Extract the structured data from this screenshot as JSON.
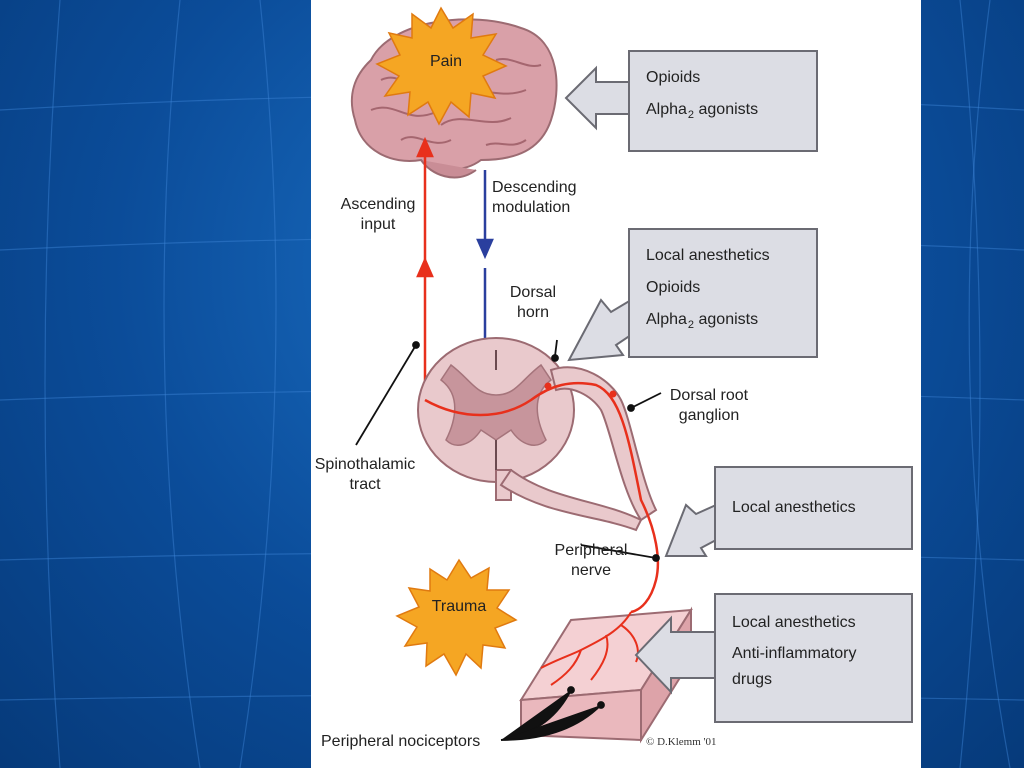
{
  "diagram": {
    "pain_label": "Pain",
    "trauma_label": "Trauma",
    "ascending_input": [
      "Ascending",
      "input"
    ],
    "descending_modulation": [
      "Descending",
      "modulation"
    ],
    "dorsal_horn": [
      "Dorsal",
      "horn"
    ],
    "dorsal_root_ganglion": [
      "Dorsal root",
      "ganglion"
    ],
    "spinothalamic_tract": [
      "Spinothalamic",
      "tract"
    ],
    "peripheral_nerve": [
      "Peripheral",
      "nerve"
    ],
    "peripheral_nociceptors": "Peripheral nociceptors",
    "credit": "© D.Klemm '01"
  },
  "boxes": {
    "brain": {
      "line1": "Opioids",
      "line2_main": "Alpha",
      "line2_sub": "2",
      "line2_rest": " agonists"
    },
    "spinal": {
      "line1": "Local anesthetics",
      "line2": "Opioids",
      "line3_main": "Alpha",
      "line3_sub": "2",
      "line3_rest": " agonists"
    },
    "nerve": {
      "line1": "Local anesthetics"
    },
    "tissue": {
      "line1": "Local anesthetics",
      "line2": "Anti-inflammatory",
      "line3": "drugs"
    }
  },
  "colors": {
    "ascending": "#e8301c",
    "descending": "#2a3f9e",
    "burst": "#f5a623",
    "box_fill": "#dcdde4",
    "tissue": "#f1c6c9",
    "brain": "#d9a0a8"
  }
}
